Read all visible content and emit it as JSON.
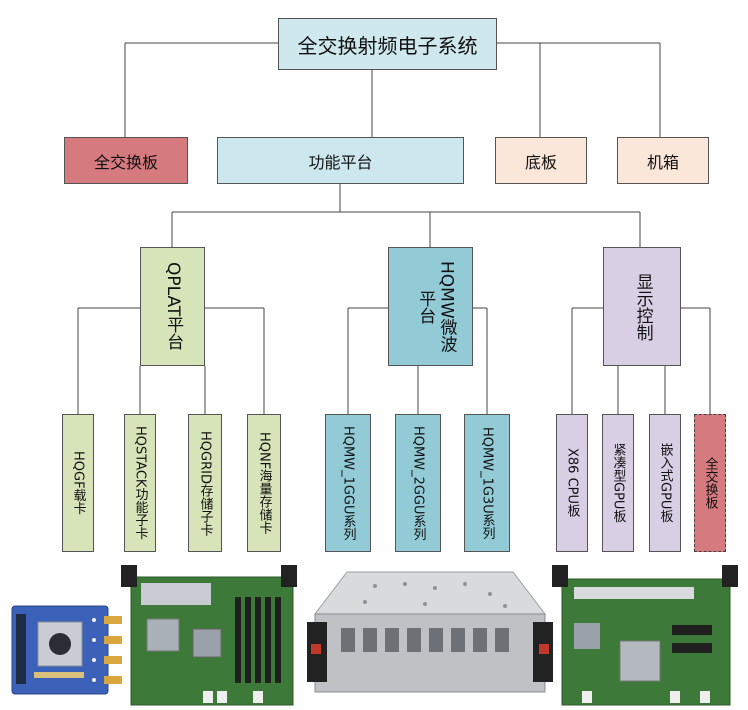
{
  "title": "全交换射频电子系统",
  "level1": {
    "switch_board": "全交换板",
    "function_platform": "功能平台",
    "backplane": "底板",
    "chassis": "机箱"
  },
  "platforms": {
    "qplat": "QPLAT平台",
    "hqmw": "HQMW微波平台",
    "display": "显示控制"
  },
  "qplat_children": [
    "HQGF载卡",
    "HQSTACK功能子卡",
    "HQGRID存储子卡",
    "HQNF海量存储卡"
  ],
  "hqmw_children": [
    "HQMW_1GGU系列",
    "HQMW_2GGU系列",
    "HQMW_1G3U系列"
  ],
  "display_children": [
    "X86 CPU板",
    "紧凑型GPU板",
    "嵌入式GPU板",
    "全交换板"
  ],
  "colors": {
    "red": "#d57a7e",
    "light_blue": "#cce7ee",
    "peach": "#fbe6da",
    "green": "#d7e3b8",
    "teal": "#92cbd6",
    "purple": "#d9cfe5"
  },
  "photos": [
    "fmc-card-image",
    "qplat-carrier-board-image",
    "microwave-module-image",
    "cpu-board-image"
  ]
}
